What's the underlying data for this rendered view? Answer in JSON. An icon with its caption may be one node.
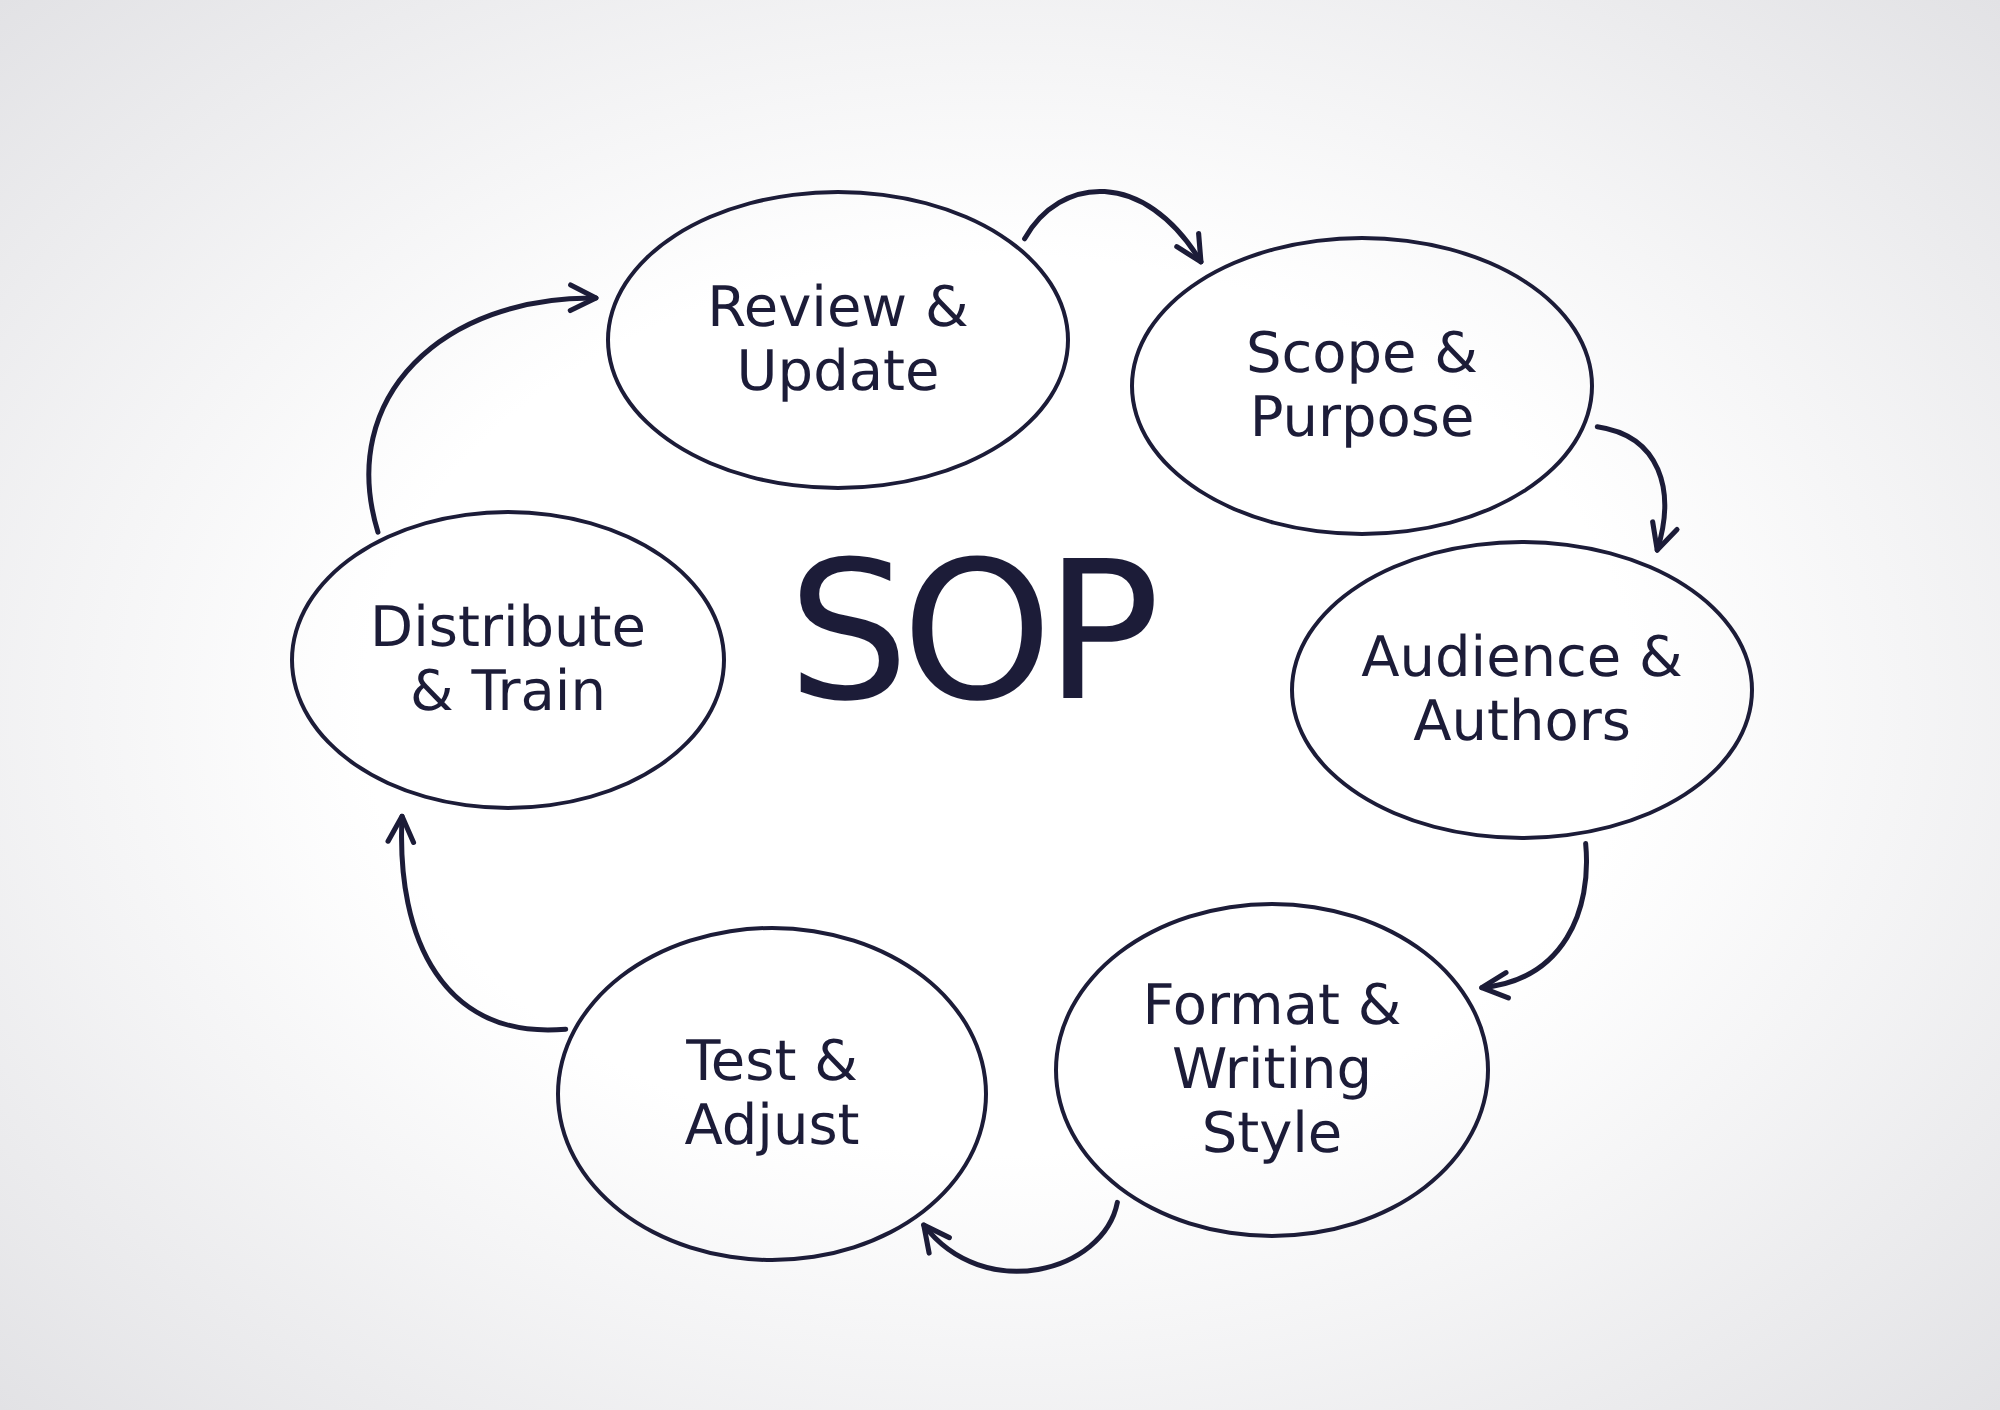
{
  "diagram": {
    "title": "SOP",
    "nodes": [
      {
        "text": [
          "Review & Update"
        ]
      },
      {
        "text": [
          "Scope & Purpose"
        ]
      },
      {
        "text": [
          "Distribute & Train"
        ]
      },
      {
        "text": [
          "Audience & Authors"
        ]
      },
      {
        "text": [
          "Test & Adjust"
        ]
      },
      {
        "text": [
          "Format & Writing Style"
        ]
      }
    ],
    "edges": [
      {
        "from": 0,
        "to": 1,
        "arrow": "to"
      },
      {
        "from": 1,
        "to": 3,
        "arrow": "to"
      },
      {
        "from": 3,
        "to": 5,
        "arrow": "to"
      },
      {
        "from": 5,
        "to": 4,
        "arrow": "to"
      },
      {
        "from": 4,
        "to": 2,
        "arrow": "to"
      },
      {
        "from": 2,
        "to": 0,
        "arrow": "to"
      }
    ]
  }
}
